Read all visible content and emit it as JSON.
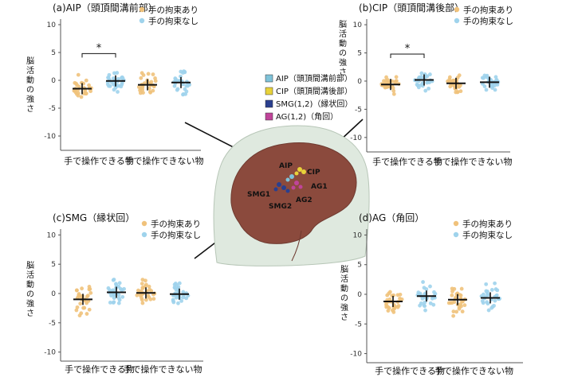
{
  "legend_keys": [
    {
      "label": "AIP（頭頂間溝前部）",
      "color": "#7fc3d9"
    },
    {
      "label": "CIP（頭頂間溝後部）",
      "color": "#e8d23a"
    },
    {
      "label": "SMG(1,2)（縁状回）",
      "color": "#2a3f8f"
    },
    {
      "label": "AG(1,2)（角回）",
      "color": "#c0449a"
    }
  ],
  "brain_labels": [
    "AIP",
    "CIP",
    "SMG1",
    "AG1",
    "SMG2",
    "AG2"
  ],
  "colors": {
    "orange": "#f0c27b",
    "blue": "#9fd3ec",
    "brain": "#8b4a3d",
    "head": "#dfe9df"
  },
  "chart_data": [
    {
      "type": "scatter",
      "title": "(a)AIP（頭頂間溝前部）",
      "ylabel": "脳活動の強さ",
      "ylim": [
        -12,
        11
      ],
      "yticks": [
        10,
        5,
        0,
        -5,
        -10
      ],
      "categories": [
        "手で操作できる物",
        "手で操作できない物"
      ],
      "series": [
        {
          "name": "手の拘束あり",
          "color": "#f0c27b"
        },
        {
          "name": "手の拘束なし",
          "color": "#9fd3ec"
        }
      ],
      "means": [
        -1.5,
        -0.1,
        -0.8,
        -0.4
      ],
      "spread": [
        1.7,
        1.3,
        2.2,
        1.5
      ],
      "significance": "*"
    },
    {
      "type": "scatter",
      "title": "(b)CIP（頭頂間溝後部）",
      "ylabel": "脳活動の強さ",
      "ylim": [
        -12,
        11
      ],
      "yticks": [
        10,
        5,
        0,
        -5,
        -10
      ],
      "categories": [
        "手で操作できる物",
        "手で操作できない物"
      ],
      "series": [
        {
          "name": "手の拘束あり",
          "color": "#f0c27b"
        },
        {
          "name": "手の拘束なし",
          "color": "#9fd3ec"
        }
      ],
      "means": [
        -0.6,
        0.2,
        -0.4,
        -0.2
      ],
      "spread": [
        1.1,
        1.2,
        1.5,
        1.1
      ],
      "significance": "*"
    },
    {
      "type": "scatter",
      "title": "(c)SMG（縁状回）",
      "ylabel": "脳活動の強さ",
      "ylim": [
        -11,
        11
      ],
      "yticks": [
        10,
        5,
        0,
        -5,
        -10
      ],
      "categories": [
        "手で操作できる物",
        "手で操作できない物"
      ],
      "series": [
        {
          "name": "手の拘束あり",
          "color": "#f0c27b"
        },
        {
          "name": "手の拘束なし",
          "color": "#9fd3ec"
        }
      ],
      "means": [
        -1.0,
        0.2,
        0.1,
        -0.1
      ],
      "spread": [
        2.3,
        1.7,
        2.0,
        1.4
      ],
      "significance": ""
    },
    {
      "type": "scatter",
      "title": "(d)AG（角回）",
      "ylabel": "脳活動の強さ",
      "ylim": [
        -11,
        11
      ],
      "yticks": [
        10,
        5,
        0,
        -5,
        -10
      ],
      "categories": [
        "手で操作できる物",
        "手で操作できない物"
      ],
      "series": [
        {
          "name": "手の拘束あり",
          "color": "#f0c27b"
        },
        {
          "name": "手の拘束なし",
          "color": "#9fd3ec"
        }
      ],
      "means": [
        -1.2,
        -0.3,
        -0.9,
        -0.6
      ],
      "spread": [
        1.8,
        1.9,
        2.0,
        1.7
      ],
      "significance": ""
    }
  ]
}
